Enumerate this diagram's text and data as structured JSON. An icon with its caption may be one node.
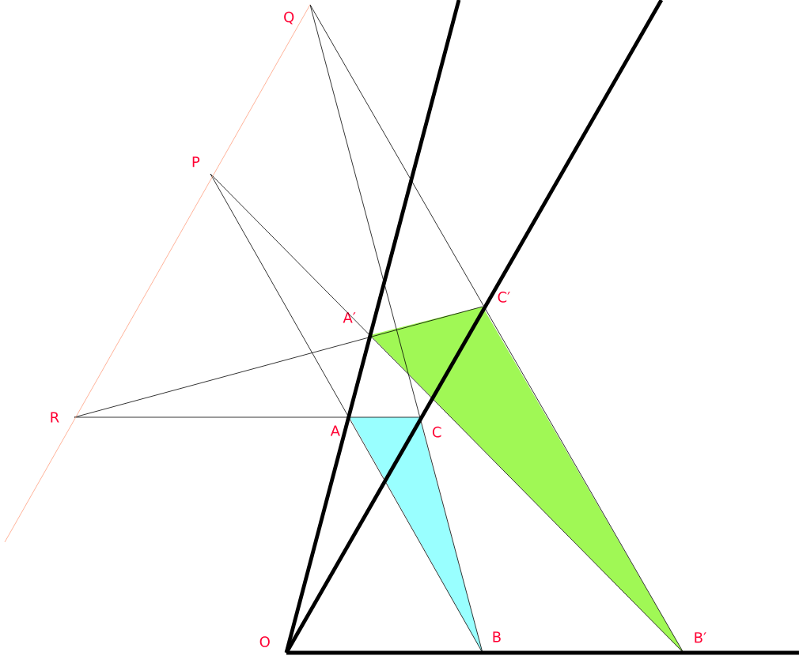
{
  "diagram": {
    "nodes": [
      {
        "text": [
          "Q"
        ]
      },
      {
        "text": [
          "P"
        ]
      },
      {
        "text": [
          "A′"
        ]
      },
      {
        "text": [
          "C′"
        ]
      },
      {
        "text": [
          "R"
        ]
      },
      {
        "text": [
          "A"
        ]
      },
      {
        "text": [
          "C"
        ]
      },
      {
        "text": [
          "O"
        ]
      },
      {
        "text": [
          "B"
        ]
      },
      {
        "text": [
          "B′"
        ]
      }
    ],
    "edges": [
      {
        "from": 7,
        "to": null,
        "arrow": "none",
        "style": "thick"
      },
      {
        "from": 7,
        "to": null,
        "arrow": "none",
        "style": "thick"
      },
      {
        "from": 7,
        "to": null,
        "arrow": "none",
        "style": "thick"
      },
      {
        "from": 0,
        "to": 8,
        "arrow": "none"
      },
      {
        "from": 0,
        "to": 9,
        "arrow": "none"
      },
      {
        "from": 1,
        "to": 8,
        "arrow": "none"
      },
      {
        "from": 1,
        "to": 9,
        "arrow": "none"
      },
      {
        "from": 4,
        "to": 6,
        "arrow": "none"
      },
      {
        "from": 4,
        "to": 3,
        "arrow": "none"
      },
      {
        "from": null,
        "to": 0,
        "arrow": "none",
        "color": "#ffa080"
      }
    ]
  }
}
